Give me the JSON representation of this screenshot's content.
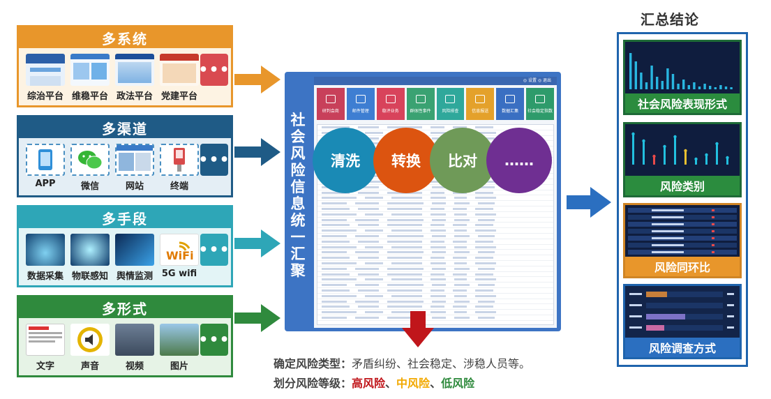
{
  "groups": [
    {
      "title": "多系统",
      "items": [
        "综治平台",
        "维稳平台",
        "政法平台",
        "党建平台"
      ],
      "more": "•••"
    },
    {
      "title": "多渠道",
      "items": [
        "APP",
        "微信",
        "网站",
        "终端"
      ],
      "more": "•••"
    },
    {
      "title": "多手段",
      "items": [
        "数据采集",
        "物联感知",
        "舆情监测",
        "5G wifi"
      ],
      "more": "•••"
    },
    {
      "title": "多形式",
      "items": [
        "文字",
        "声音",
        "视频",
        "图片"
      ],
      "more": "•••"
    }
  ],
  "center": {
    "vertical_title": "社会风险信息统一汇聚",
    "screen_topbar": "◎ 设置   ◎ 退出",
    "screen_icons": [
      "研判会商",
      "邮件管理",
      "稳评业务",
      "群体性事件",
      "风险排查",
      "信息报送",
      "数据汇集",
      "社会稳定指数"
    ],
    "circles": [
      "清洗",
      "转换",
      "比对",
      "……"
    ]
  },
  "notes": {
    "line1_label": "确定风险类型：",
    "line1_text": "矛盾纠纷、社会稳定、涉稳人员等。",
    "line2_label": "划分风险等级：",
    "high": "高风险",
    "sep1": "、",
    "mid": "中风险",
    "sep2": "、",
    "low": "低风险"
  },
  "right": {
    "title": "汇总结论",
    "cards": [
      "社会风险表现形式",
      "风险类别",
      "风险同环比",
      "风险调查方式"
    ]
  },
  "colors": {
    "orange": "#e8962b",
    "navy": "#1f5b86",
    "teal": "#2ea6b7",
    "green": "#2f8a3d",
    "center_blue": "#3d74c4",
    "risk_high": "#c0161b",
    "risk_mid": "#f2a900",
    "risk_low": "#2f8a3d"
  }
}
